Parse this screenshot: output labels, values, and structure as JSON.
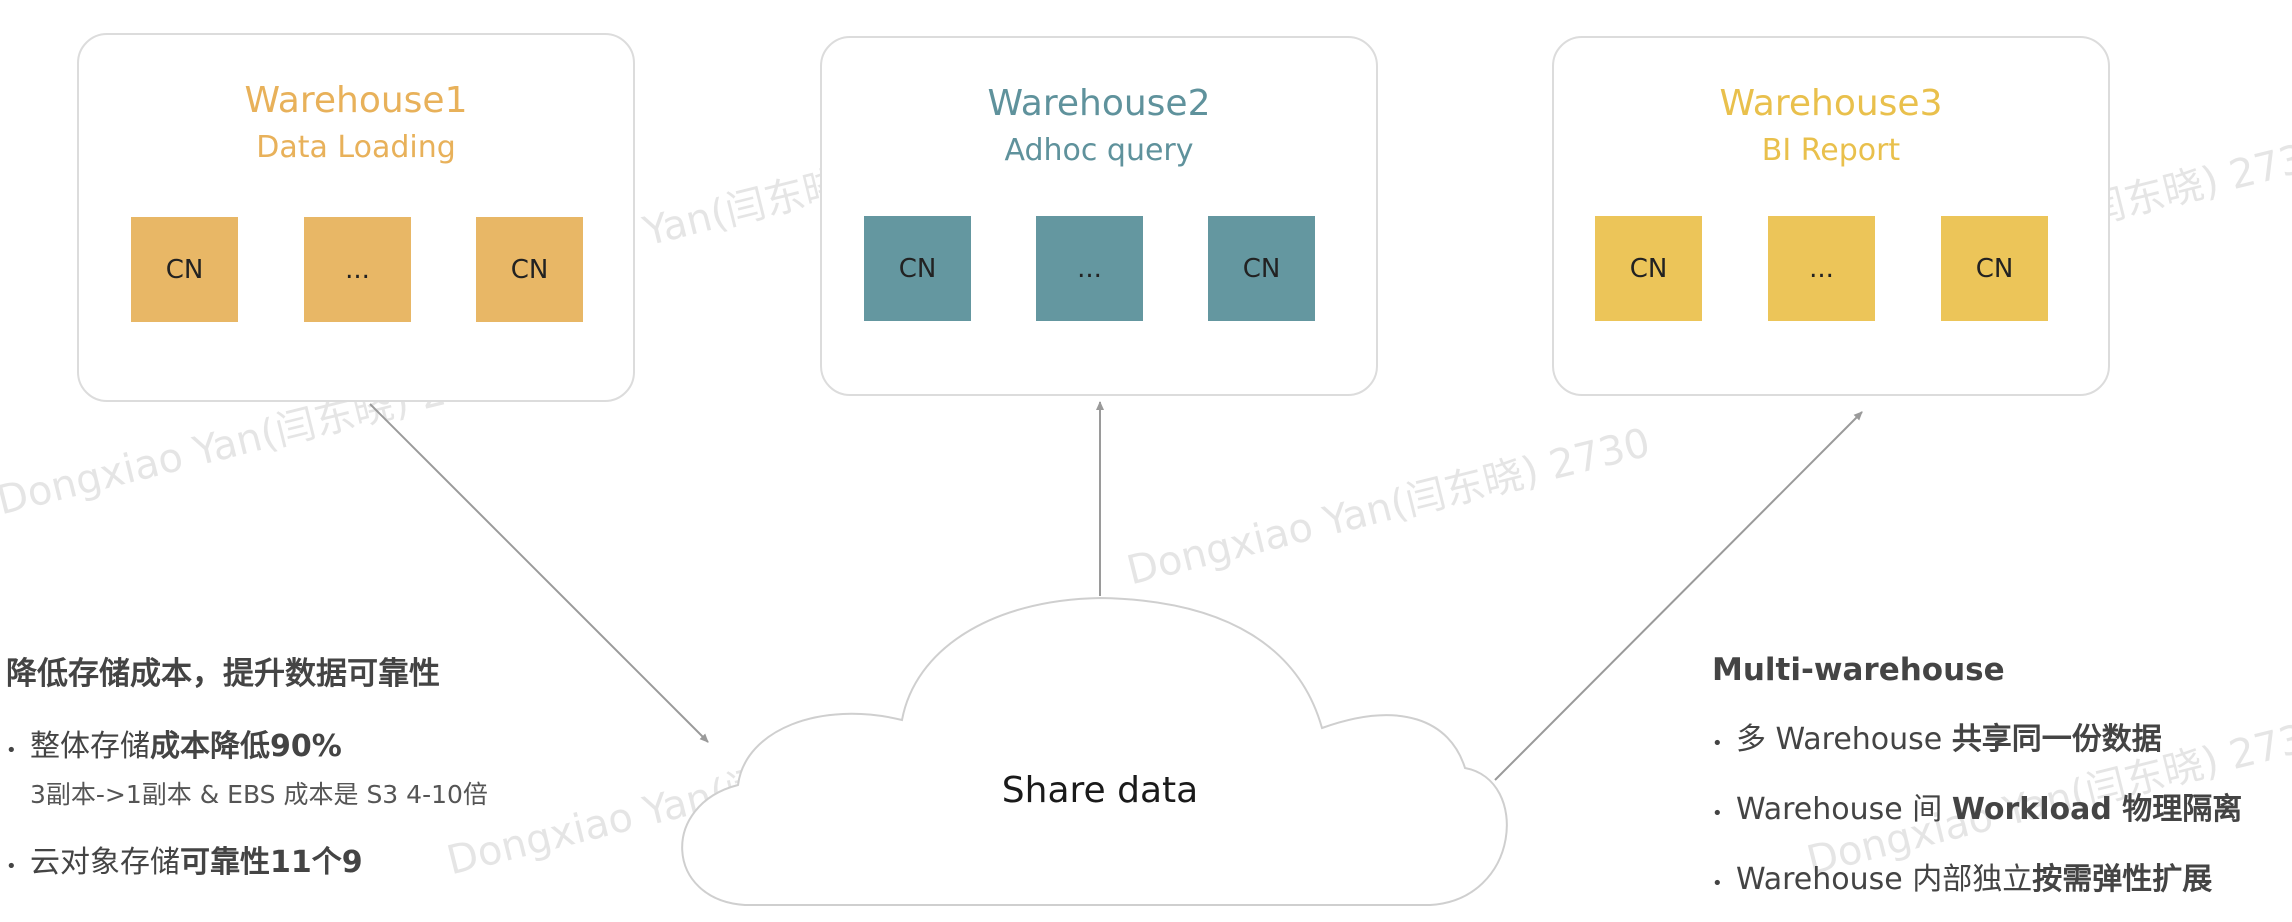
{
  "warehouses": [
    {
      "title": "Warehouse1",
      "subtitle": "Data Loading",
      "nodes": [
        "CN",
        "...",
        "CN"
      ],
      "title_color": "#e8b15a",
      "node_color": "#e8b766"
    },
    {
      "title": "Warehouse2",
      "subtitle": "Adhoc query",
      "nodes": [
        "CN",
        "...",
        "CN"
      ],
      "title_color": "#5f929c",
      "node_color": "#6497a0"
    },
    {
      "title": "Warehouse3",
      "subtitle": "BI Report",
      "nodes": [
        "CN",
        "...",
        "CN"
      ],
      "title_color": "#e9c04c",
      "node_color": "#ecc559"
    }
  ],
  "cloud": {
    "label": "Share data"
  },
  "left_notes": {
    "title": "降低存储成本，提升数据可靠性",
    "item1_plain": "整体存储",
    "item1_bold": "成本降低90%",
    "item1_sub": "3副本->1副本 & EBS 成本是 S3 4-10倍",
    "item2_plain": "云对象存储",
    "item2_bold": "可靠性11个9"
  },
  "right_notes": {
    "title": "Multi-warehouse",
    "item1_plain": "多 Warehouse ",
    "item1_bold": "共享同一份数据",
    "item2_plain": "Warehouse 间 ",
    "item2_bold": "Workload 物理隔离",
    "item3_plain": "Warehouse 内部独立",
    "item3_bold": "按需弹性扩展"
  },
  "watermark": "Dongxiao Yan(闫东晓) 2730"
}
